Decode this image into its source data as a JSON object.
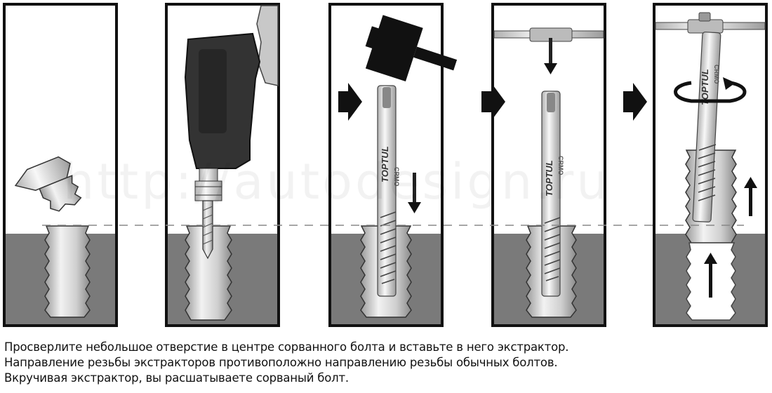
{
  "diagram": {
    "title": "Extracting a broken bolt with a screw extractor",
    "steps": [
      {
        "id": 1,
        "name": "broken-bolt"
      },
      {
        "id": 2,
        "name": "drill-hole"
      },
      {
        "id": 3,
        "name": "hammer-in-extractor"
      },
      {
        "id": 4,
        "name": "attach-tap-wrench"
      },
      {
        "id": 5,
        "name": "turn-out-bolt"
      }
    ],
    "extractor_brand": "TOPTUL",
    "extractor_model": "CRMO",
    "watermark": "http://autodesign.ru",
    "colors": {
      "ground": "#7a7a7a",
      "frame": "#111111",
      "arrow": "#111111",
      "drill": "#333333"
    }
  },
  "caption": {
    "lines": [
      "Просверлите небольшое отверстие в центре сорванного болта и вставьте в него экстрактор.",
      "Направление резьбы экстракторов противоположно направлению резьбы обычных болтов.",
      "Вкручивая экстрактор, вы расшатываете сорваный болт."
    ]
  }
}
